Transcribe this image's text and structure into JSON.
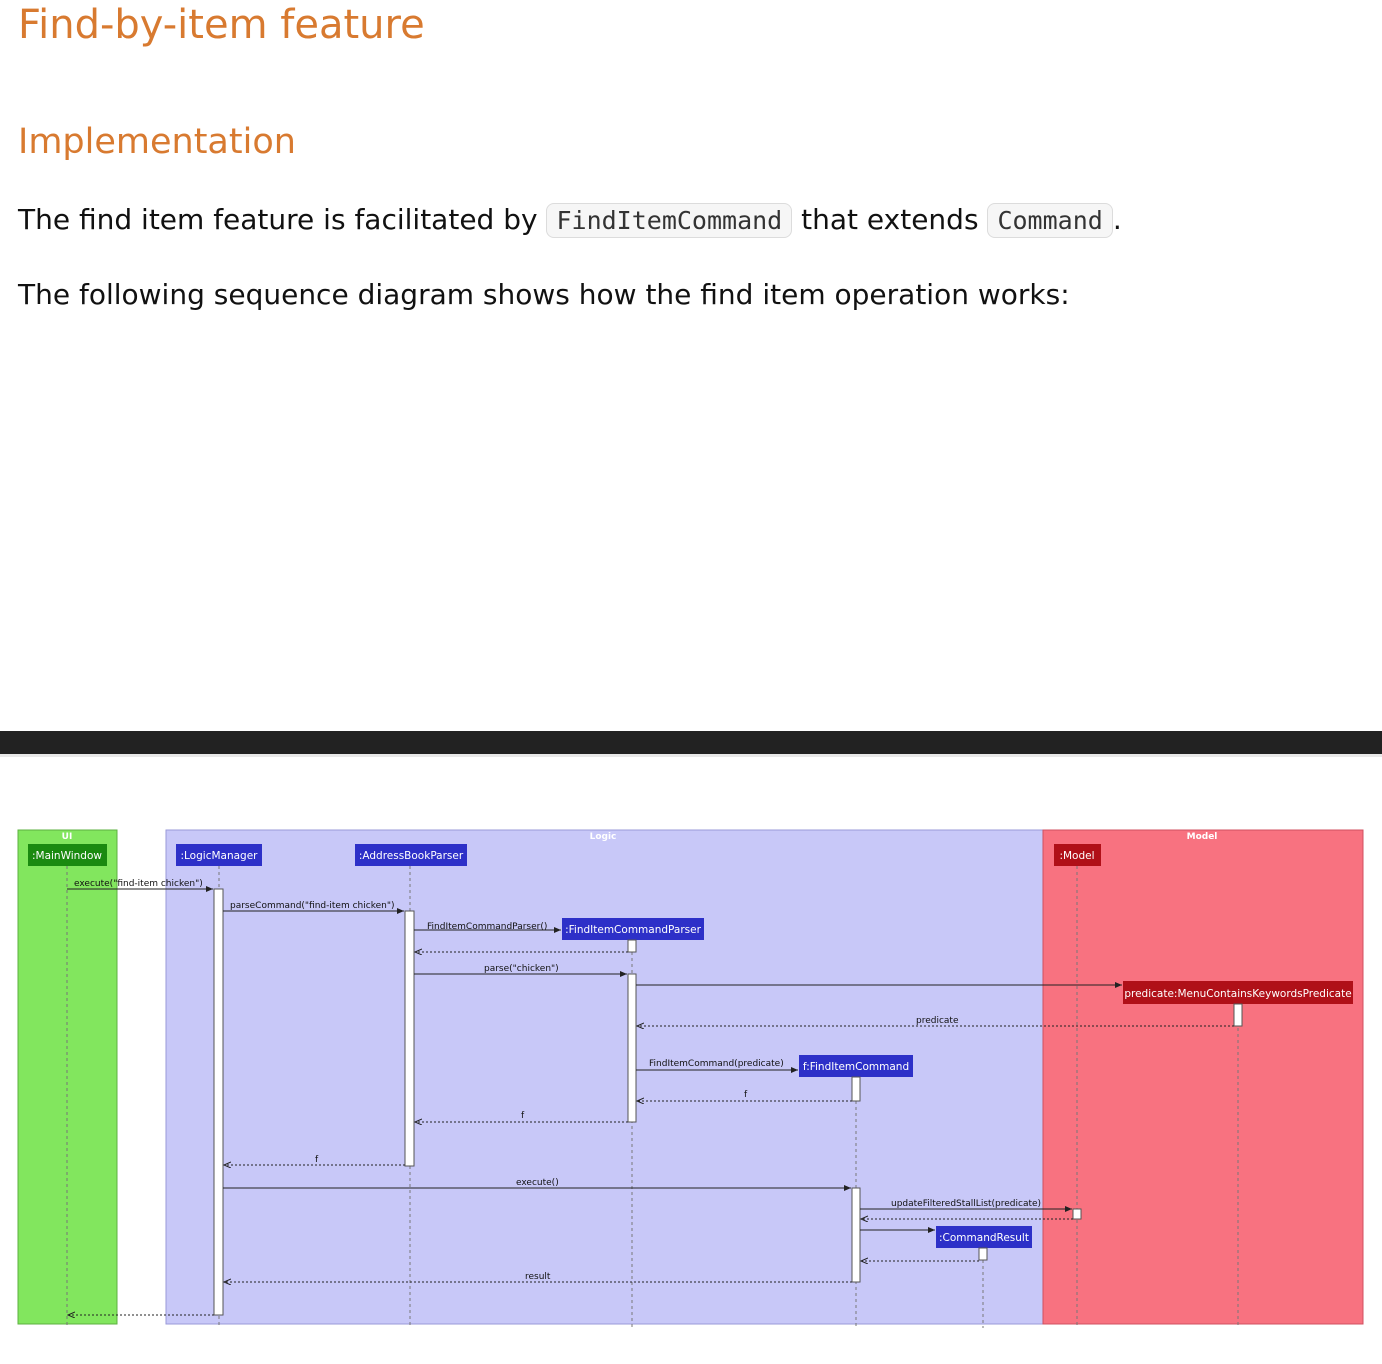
{
  "heading": "Find-by-item feature",
  "subheading": "Implementation",
  "para1": {
    "prefix": "The find item feature is facilitated by",
    "code1": "FindItemCommand",
    "middle": "that extends",
    "code2": "Command",
    "suffix": "."
  },
  "para2": "The following sequence diagram shows how the find item operation works:",
  "diagram": {
    "boxes": {
      "ui": "UI",
      "logic": "Logic",
      "model": "Model"
    },
    "participants": {
      "main_window": ":MainWindow",
      "logic_manager": ":LogicManager",
      "address_book_parser": ":AddressBookParser",
      "find_item_command_parser": ":FindItemCommandParser",
      "predicate": "predicate:MenuContainsKeywordsPredicate",
      "find_item_command": "f:FindItemCommand",
      "command_result": ":CommandResult",
      "model": ":Model"
    },
    "messages": {
      "execute_call": "execute(\"find-item chicken\")",
      "parse_command": "parseCommand(\"find-item chicken\")",
      "parser_ctor": "FindItemCommandParser()",
      "parse": "parse(\"chicken\")",
      "predicate_return": "predicate",
      "command_ctor": "FindItemCommand(predicate)",
      "f_return_1": "f",
      "f_return_2": "f",
      "f_return_3": "f",
      "execute": "execute()",
      "update_filtered": "updateFilteredStallList(predicate)",
      "result": "result"
    },
    "colors": {
      "ui_box": "#82e65e",
      "logic_box": "#c8c8f8",
      "model_box": "#f87280",
      "ui_participant": "#1a8a10",
      "logic_participant": "#2d30c8",
      "model_participant": "#b01018"
    }
  }
}
